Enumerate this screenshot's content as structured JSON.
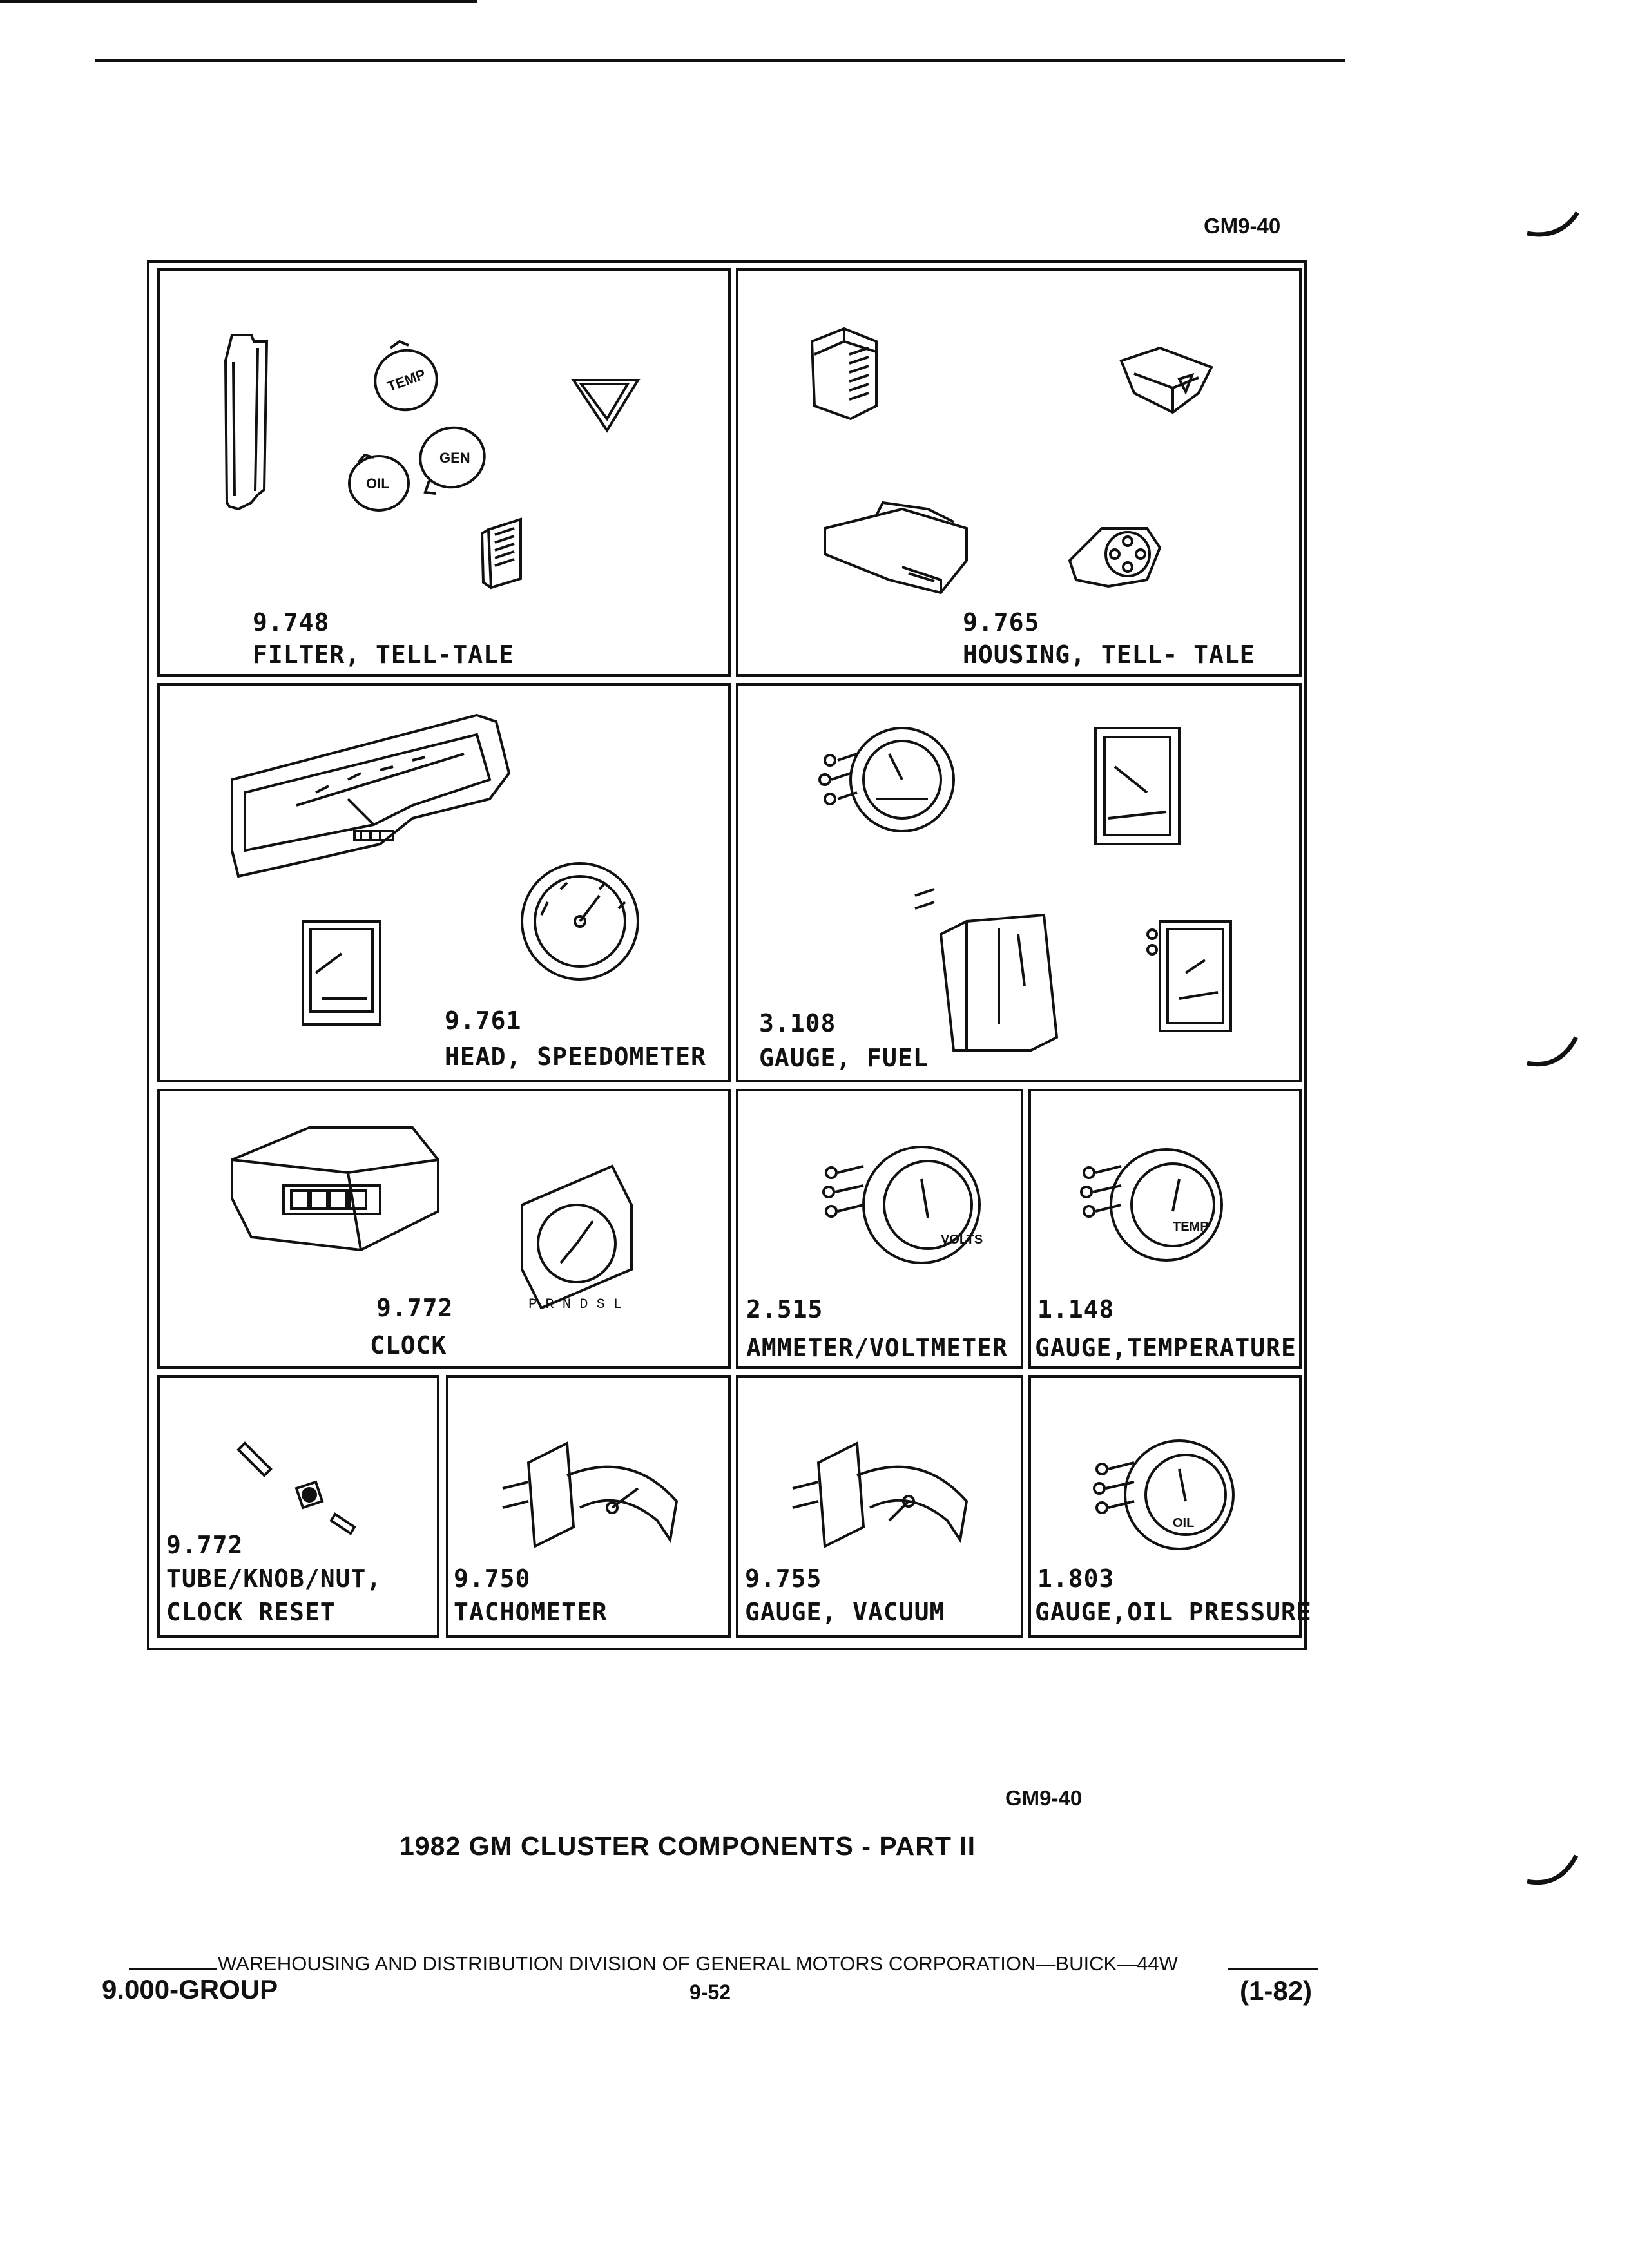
{
  "header": {
    "figure_ref_top": "GM9-40"
  },
  "cells": [
    {
      "number": "9.748",
      "name": "FILTER, TELL-TALE"
    },
    {
      "number": "9.765",
      "name": "HOUSING, TELL- TALE"
    },
    {
      "number": "9.761",
      "name": "HEAD, SPEEDOMETER"
    },
    {
      "number": "3.108",
      "name": "GAUGE, FUEL"
    },
    {
      "number": "9.772",
      "name": "CLOCK"
    },
    {
      "number": "2.515",
      "name": "AMMETER/VOLTMETER"
    },
    {
      "number": "1.148",
      "name": "GAUGE,TEMPERATURE"
    },
    {
      "number": "9.772",
      "name": "TUBE/KNOB/NUT,",
      "name2": "CLOCK RESET"
    },
    {
      "number": "9.750",
      "name": "TACHOMETER"
    },
    {
      "number": "9.755",
      "name": "GAUGE, VACUUM"
    },
    {
      "number": "1.803",
      "name": "GAUGE,OIL PRESSURE"
    }
  ],
  "art_text": {
    "temp": "TEMP",
    "oil": "OIL",
    "gen": "GEN",
    "volts": "VOLTS",
    "prndsl": "P R N D S L"
  },
  "footer": {
    "figure_ref_bottom": "GM9-40",
    "caption": "1982 GM CLUSTER COMPONENTS - PART II",
    "division_line": "WAREHOUSING AND DISTRIBUTION  DIVISION OF GENERAL MOTORS CORPORATION—BUICK—44W",
    "group": "9.000-GROUP",
    "page_number": "9-52",
    "date_code": "(1-82)"
  }
}
